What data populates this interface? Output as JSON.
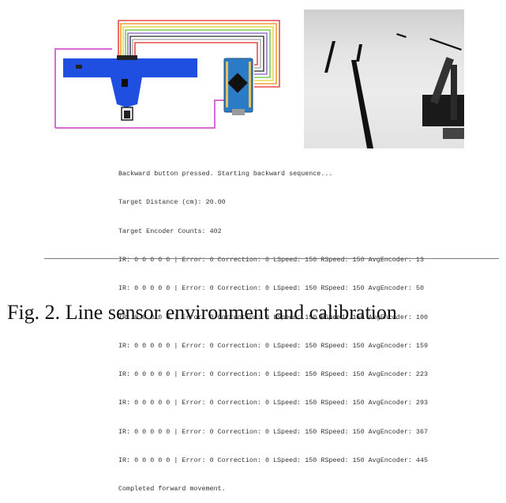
{
  "figure": {
    "caption_label": "Fig. 2.",
    "caption_text": "Line sensor environment and calibration",
    "wire_colors": [
      "#e64b4b",
      "#f0a030",
      "#e8d84a",
      "#7acb5a",
      "#9a78c8",
      "#4a4a4a",
      "#b0b0b0",
      "#d96ad6"
    ],
    "sensor_color": "#1f4fe0",
    "board_color": "#2a7cc7"
  },
  "serial": {
    "lines": [
      "Backward button pressed. Starting backward sequence...",
      "Target Distance (cm): 20.00",
      "Target Encoder Counts: 402",
      "IR: 0 0 0 0 0 | Error: 0 Correction: 0 LSpeed: 150 RSpeed: 150 AvgEncoder: 13",
      "IR: 0 0 0 0 0 | Error: 0 Correction: 0 LSpeed: 150 RSpeed: 150 AvgEncoder: 50",
      "IR: 0 0 0 0 0 | Error: 0 Correction: 0 LSpeed: 150 RSpeed: 150 AvgEncoder: 100",
      "IR: 0 0 0 0 0 | Error: 0 Correction: 0 LSpeed: 150 RSpeed: 150 AvgEncoder: 159",
      "IR: 0 0 0 0 0 | Error: 0 Correction: 0 LSpeed: 150 RSpeed: 150 AvgEncoder: 223",
      "IR: 0 0 0 0 0 | Error: 0 Correction: 0 LSpeed: 150 RSpeed: 150 AvgEncoder: 293",
      "IR: 0 0 0 0 0 | Error: 0 Correction: 0 LSpeed: 150 RSpeed: 150 AvgEncoder: 367",
      "IR: 0 0 0 0 0 | Error: 0 Correction: 0 LSpeed: 150 RSpeed: 150 AvgEncoder: 445",
      "Completed forward movement."
    ]
  }
}
